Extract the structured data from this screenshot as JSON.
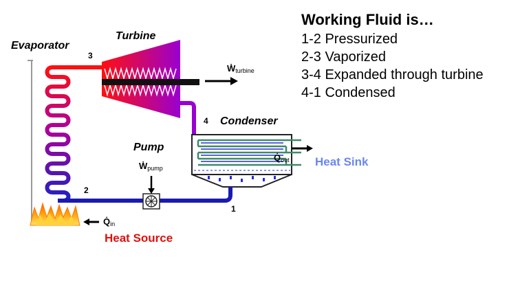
{
  "heading": "Working Fluid is…",
  "steps": [
    "1-2 Pressurized",
    "2-3 Vaporized",
    "3-4 Expanded through turbine",
    "4-1 Condensed"
  ],
  "components": {
    "evaporator": "Evaporator",
    "turbine": "Turbine",
    "condenser": "Condenser",
    "pump": "Pump"
  },
  "state_points": [
    "1",
    "2",
    "3",
    "4"
  ],
  "symbols": {
    "w_turbine": "Ẇ",
    "w_turbine_sub": "turbine",
    "w_pump": "Ẇ",
    "w_pump_sub": "pump",
    "q_out": "Q̇",
    "q_out_sub": "out",
    "q_in": "Q̇",
    "q_in_sub": "in"
  },
  "heat_sink": "Heat Sink",
  "heat_source": "Heat Source",
  "colors": {
    "hot": "#ff1010",
    "warm": "#a000c0",
    "cold": "#1a1ab0",
    "heat_sink_text": "#6a86f0",
    "heat_source_text": "#e01010",
    "condenser_pipe": "#3c8a6a"
  },
  "icons": [
    "flame-icon",
    "pump-fan-icon",
    "arrow-right-icon",
    "arrow-left-icon",
    "arrow-down-icon"
  ]
}
